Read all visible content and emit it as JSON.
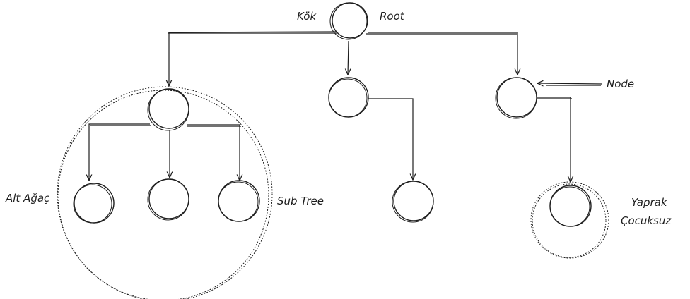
{
  "labels": {
    "root_tr": "Kök",
    "root_en": "Root",
    "node": "Node",
    "subtree_tr": "Alt Ağaç",
    "subtree_en": "Sub Tree",
    "leaf_tr": "Yaprak",
    "leaf_desc": "Çocuksuz"
  }
}
